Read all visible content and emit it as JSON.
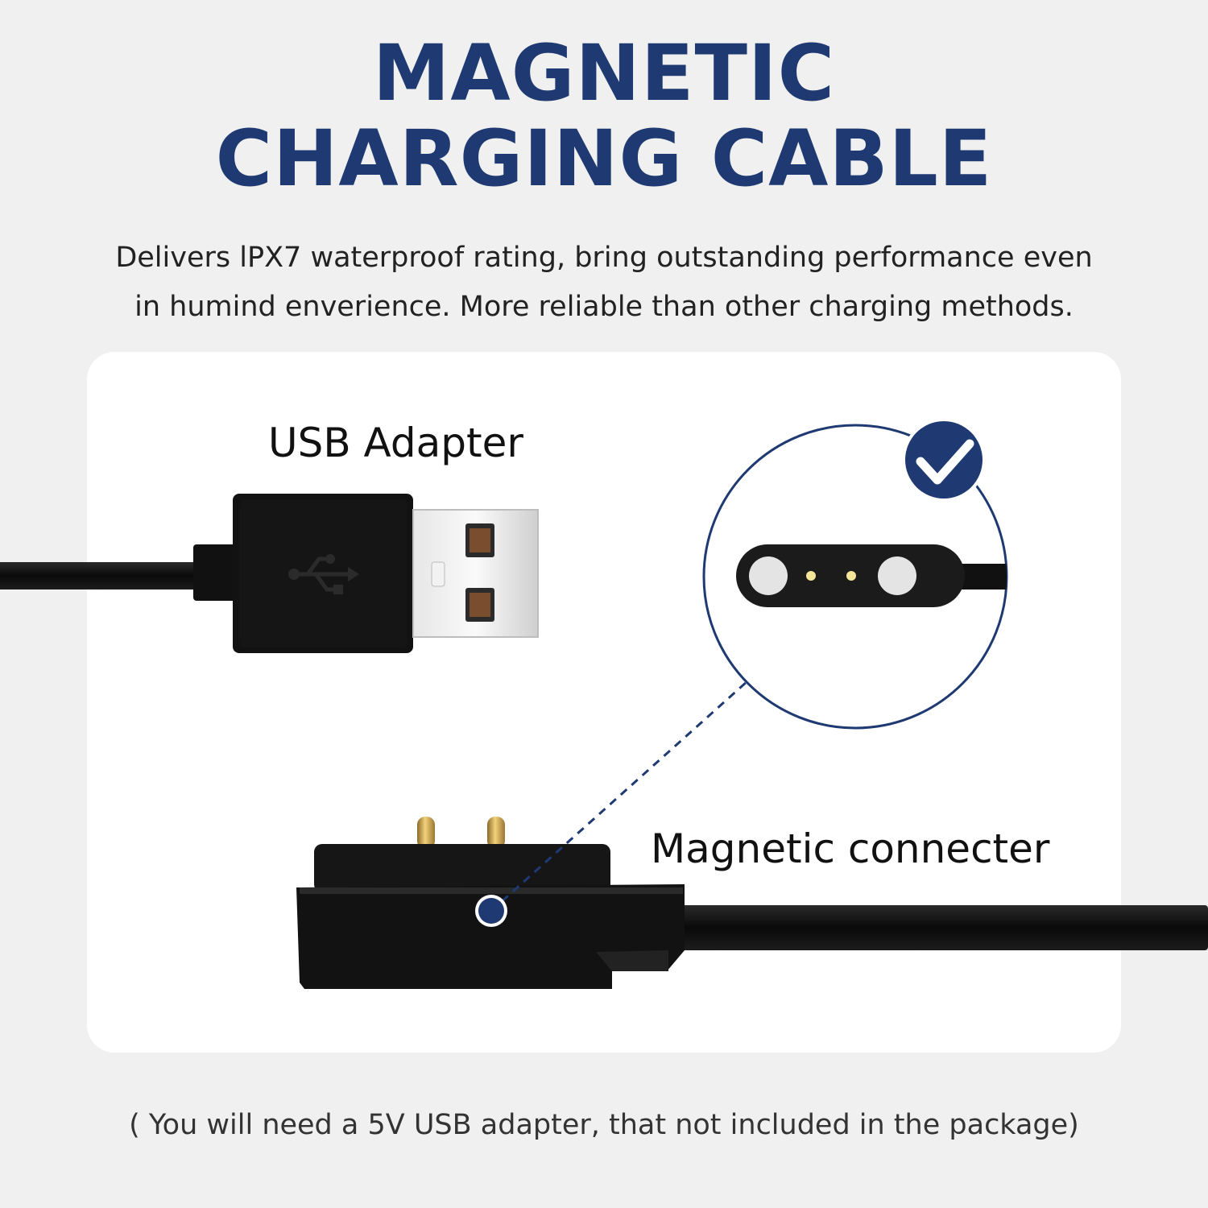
{
  "title": {
    "line1": "MAGNETIC",
    "line2": "CHARGING CABLE"
  },
  "subtitle": {
    "line1": "Delivers lPX7 waterproof rating, bring outstanding performance even",
    "line2": "in humind enverience. More reliable than other charging methods."
  },
  "labels": {
    "usb_adapter": "USB Adapter",
    "magnetic_connecter": "Magnetic connecter"
  },
  "note": "( You will need a 5V USB adapter, that not included in the package)",
  "colors": {
    "brand_blue": "#1f3a72",
    "background": "#f0f0f0",
    "card": "#ffffff"
  },
  "icons": [
    "usb-trident-icon",
    "checkmark-badge-icon",
    "callout-dot-icon"
  ]
}
